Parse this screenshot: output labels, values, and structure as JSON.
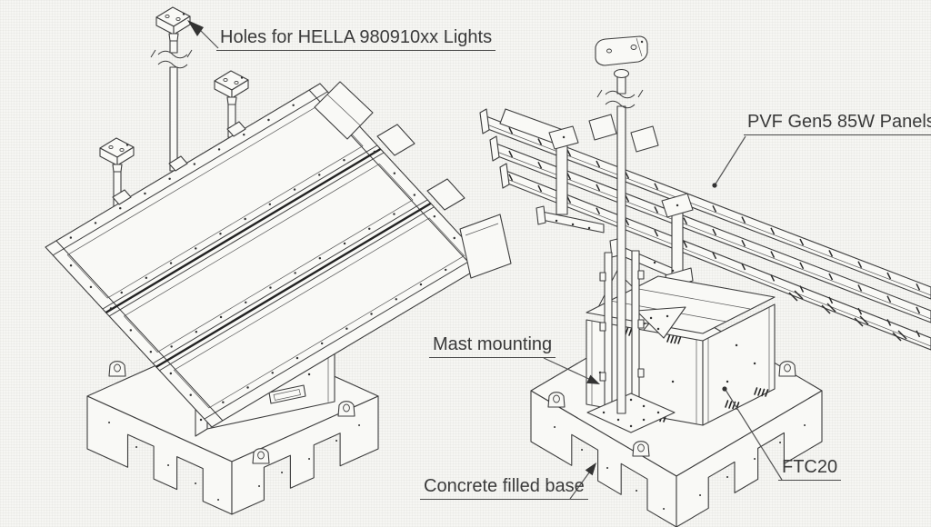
{
  "drawing": {
    "labels": {
      "lights": "Holes for HELLA 980910xx Lights",
      "panels": "PVF Gen5 85W Panels",
      "mast_mounting": "Mast mounting",
      "concrete_base": "Concrete filled base",
      "model": "FTC20"
    },
    "colors": {
      "background": "#f6f6f3",
      "line": "#3d3d3d",
      "text": "#3a3a3a"
    }
  }
}
